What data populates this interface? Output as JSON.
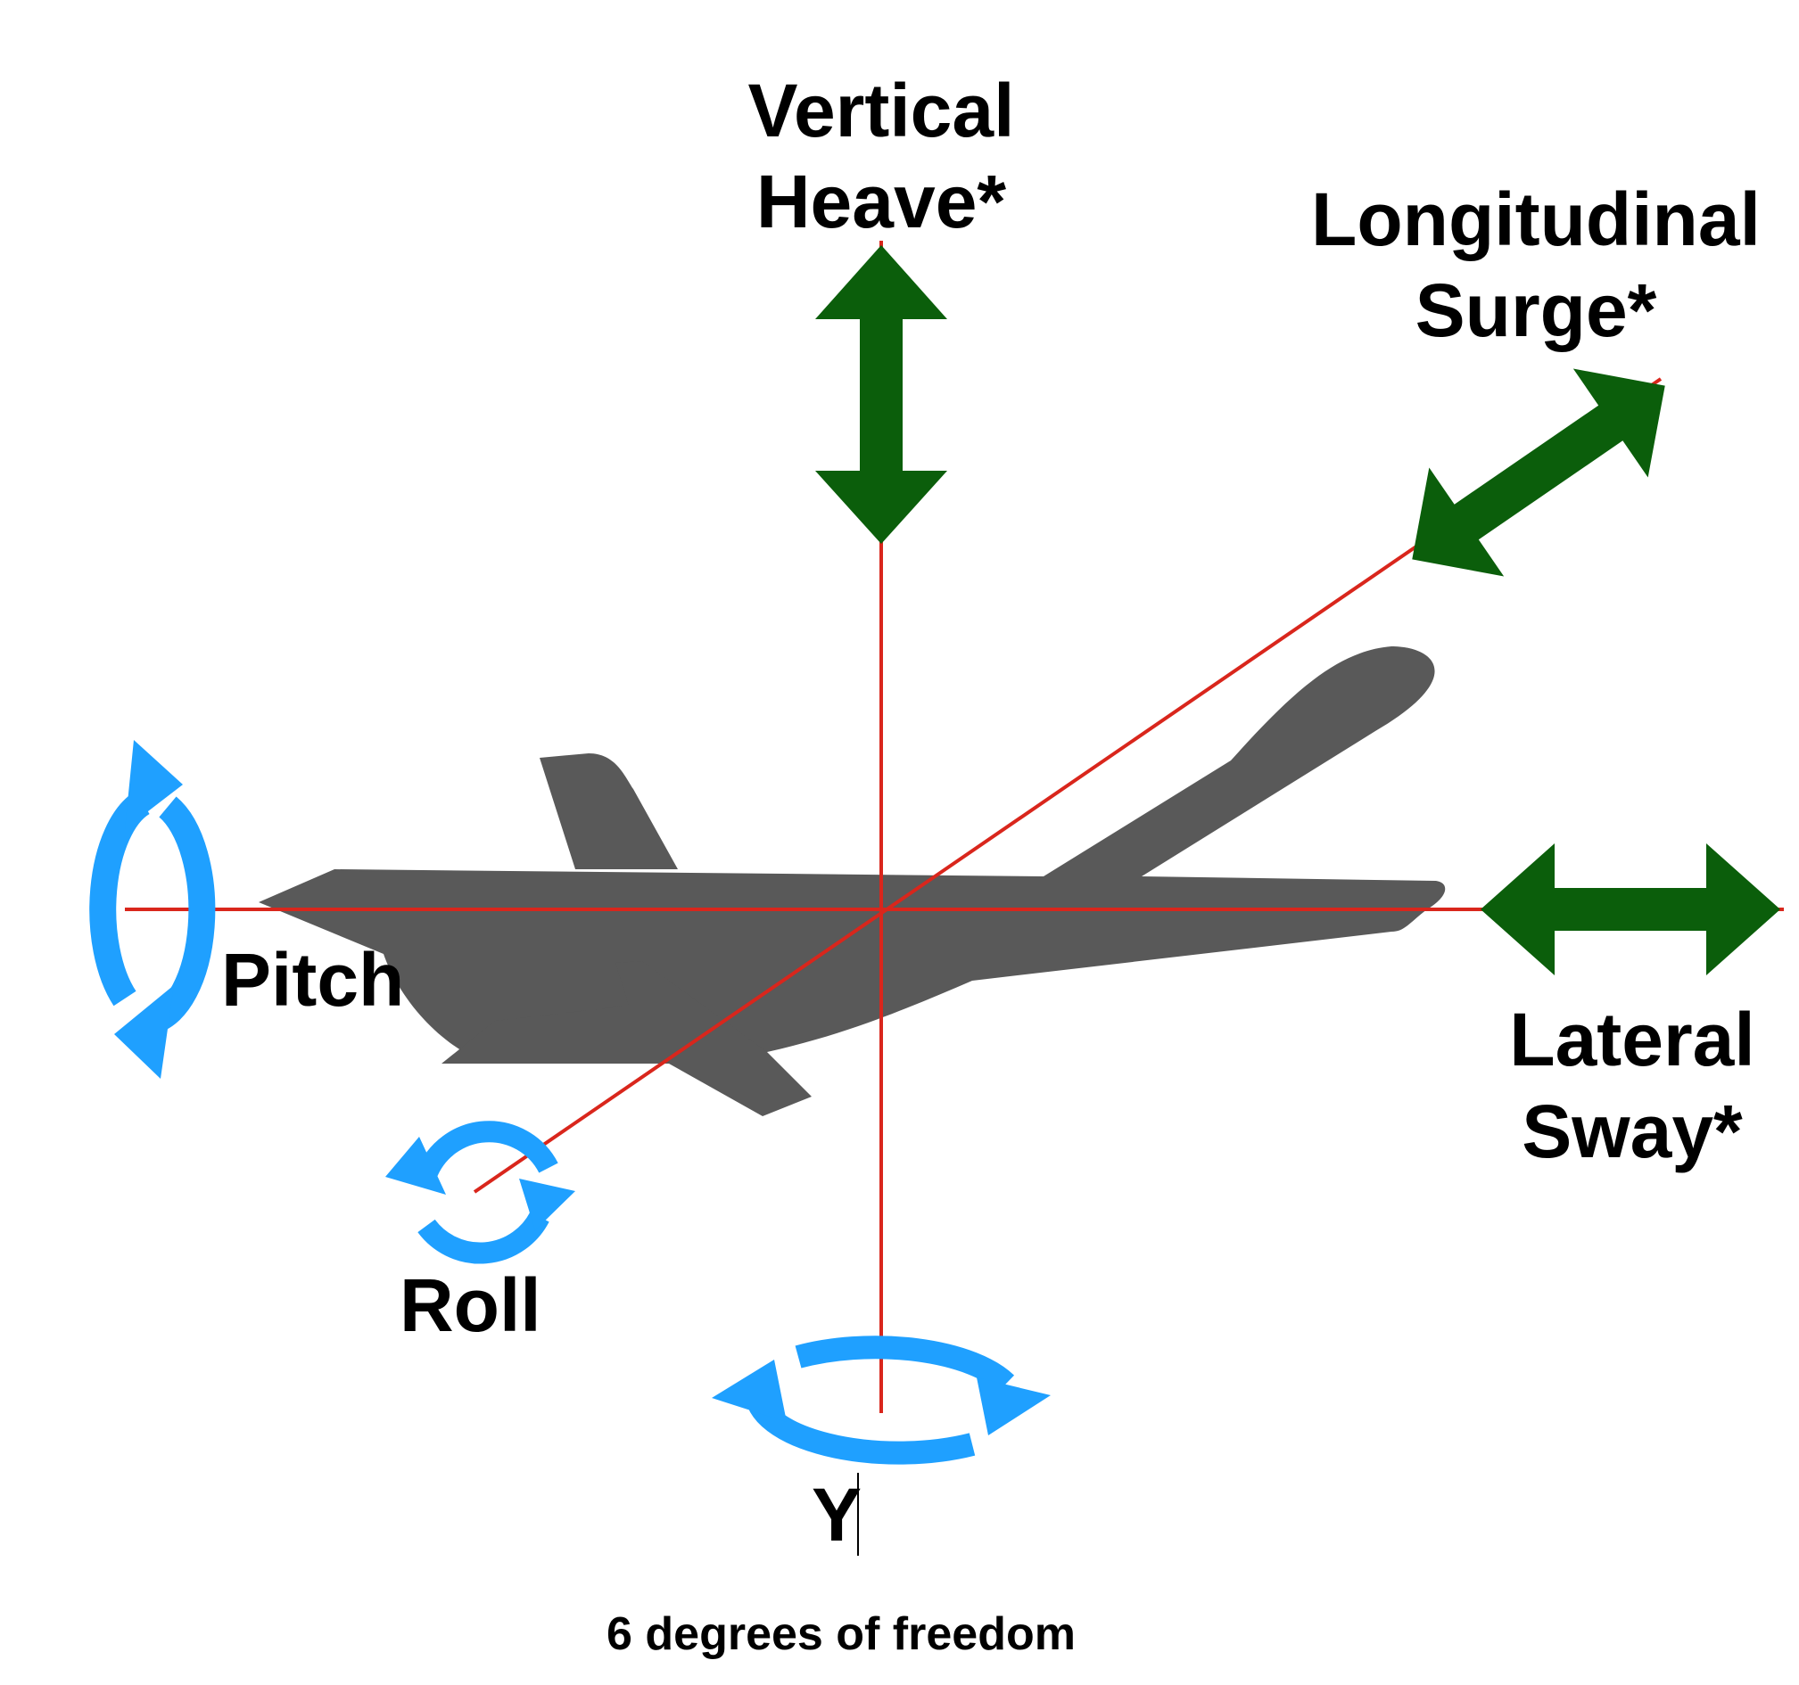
{
  "labels": {
    "vertical_line1": "Vertical",
    "vertical_line2": "Heave*",
    "longitudinal_line1": "Longitudinal",
    "longitudinal_line2": "Surge*",
    "lateral_line1": "Lateral",
    "lateral_line2": "Sway*",
    "pitch": "Pitch",
    "roll": "Roll",
    "yaw": "Y",
    "caption": "6 degrees of freedom"
  },
  "colors": {
    "axis": "#d9261c",
    "translation_arrow": "#0b5e0b",
    "rotation_arrow": "#1fa0ff",
    "aircraft": "#595959",
    "text": "#000000"
  },
  "icons": {
    "aircraft": "airplane-silhouette-icon",
    "translation": "double-headed-arrow-icon",
    "rotation": "circular-rotation-arrows-icon"
  }
}
